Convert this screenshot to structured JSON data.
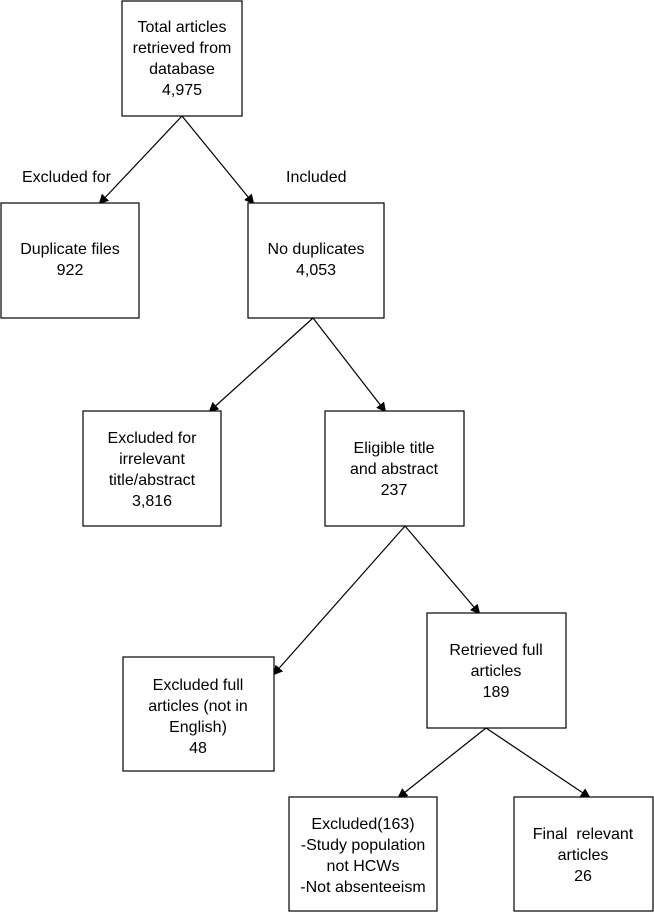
{
  "labels": {
    "excluded_for": "Excluded for",
    "included": "Included"
  },
  "boxes": {
    "total": {
      "lines": [
        "Total articles",
        "retrieved from",
        "database",
        "4,975"
      ]
    },
    "duplicates": {
      "lines": [
        "Duplicate files",
        "922"
      ]
    },
    "no_duplicates": {
      "lines": [
        "No duplicates",
        "4,053"
      ]
    },
    "irrelevant": {
      "lines": [
        "Excluded for",
        "irrelevant",
        "title/abstract",
        "3,816"
      ]
    },
    "eligible": {
      "lines": [
        "Eligible title",
        "and abstract",
        "237"
      ]
    },
    "not_english": {
      "lines": [
        "Excluded full",
        "articles (not in",
        "English)",
        "48"
      ]
    },
    "retrieved": {
      "lines": [
        "Retrieved full",
        "articles",
        "189"
      ]
    },
    "excluded_163": {
      "lines": [
        "Excluded(163)",
        "-Study population",
        "not HCWs",
        "-Not absenteeism"
      ]
    },
    "final": {
      "lines": [
        "Final  relevant",
        "articles",
        "26"
      ]
    }
  }
}
